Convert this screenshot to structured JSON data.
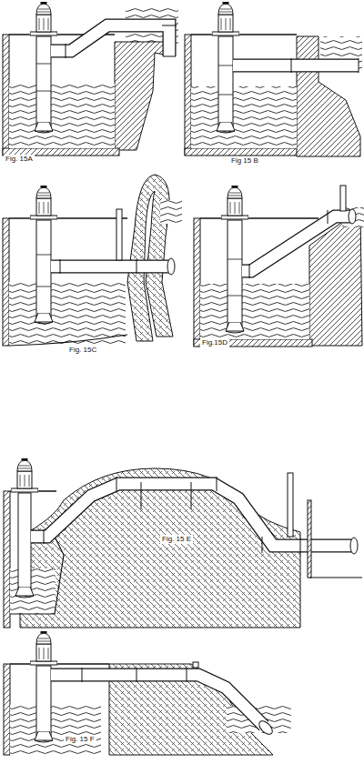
{
  "diagram": {
    "labels": [
      "Fig. 15A",
      "Fig 15 B",
      "Fig. 15C",
      "Fig.15D",
      "Fig. 15 E",
      "Fig. 15 F"
    ]
  }
}
